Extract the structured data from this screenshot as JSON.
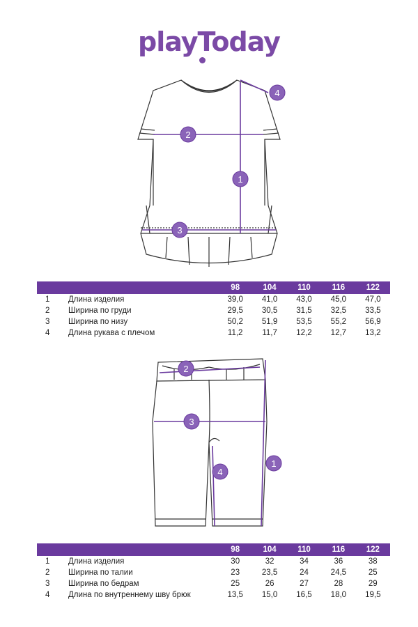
{
  "brand": {
    "logo_text": "playToday"
  },
  "top_garment": {
    "type": "t-shirt",
    "markers": [
      "1",
      "2",
      "3",
      "4"
    ]
  },
  "top_table": {
    "sizes": [
      "98",
      "104",
      "110",
      "116",
      "122"
    ],
    "rows": [
      {
        "num": "1",
        "label": "Длина изделия",
        "values": [
          "39,0",
          "41,0",
          "43,0",
          "45,0",
          "47,0"
        ]
      },
      {
        "num": "2",
        "label": "Ширина по груди",
        "values": [
          "29,5",
          "30,5",
          "31,5",
          "32,5",
          "33,5"
        ]
      },
      {
        "num": "3",
        "label": "Ширина по низу",
        "values": [
          "50,2",
          "51,9",
          "53,5",
          "55,2",
          "56,9"
        ]
      },
      {
        "num": "4",
        "label": "Длина рукава с плечом",
        "values": [
          "11,2",
          "11,7",
          "12,2",
          "12,7",
          "13,2"
        ]
      }
    ]
  },
  "bottom_garment": {
    "type": "leggings",
    "markers": [
      "1",
      "2",
      "3",
      "4"
    ]
  },
  "bottom_table": {
    "sizes": [
      "98",
      "104",
      "110",
      "116",
      "122"
    ],
    "rows": [
      {
        "num": "1",
        "label": "Длина изделия",
        "values": [
          "30",
          "32",
          "34",
          "36",
          "38"
        ]
      },
      {
        "num": "2",
        "label": "Ширина по талии",
        "values": [
          "23",
          "23,5",
          "24",
          "24,5",
          "25"
        ]
      },
      {
        "num": "3",
        "label": "Ширина по бедрам",
        "values": [
          "25",
          "26",
          "27",
          "28",
          "29"
        ]
      },
      {
        "num": "4",
        "label": "Длина по внутреннему шву брюк",
        "values": [
          "13,5",
          "15,0",
          "16,5",
          "18,0",
          "19,5"
        ]
      }
    ]
  },
  "colors": {
    "accent": "#6a3a9e",
    "marker": "#8a63b8",
    "line": "#333333"
  }
}
